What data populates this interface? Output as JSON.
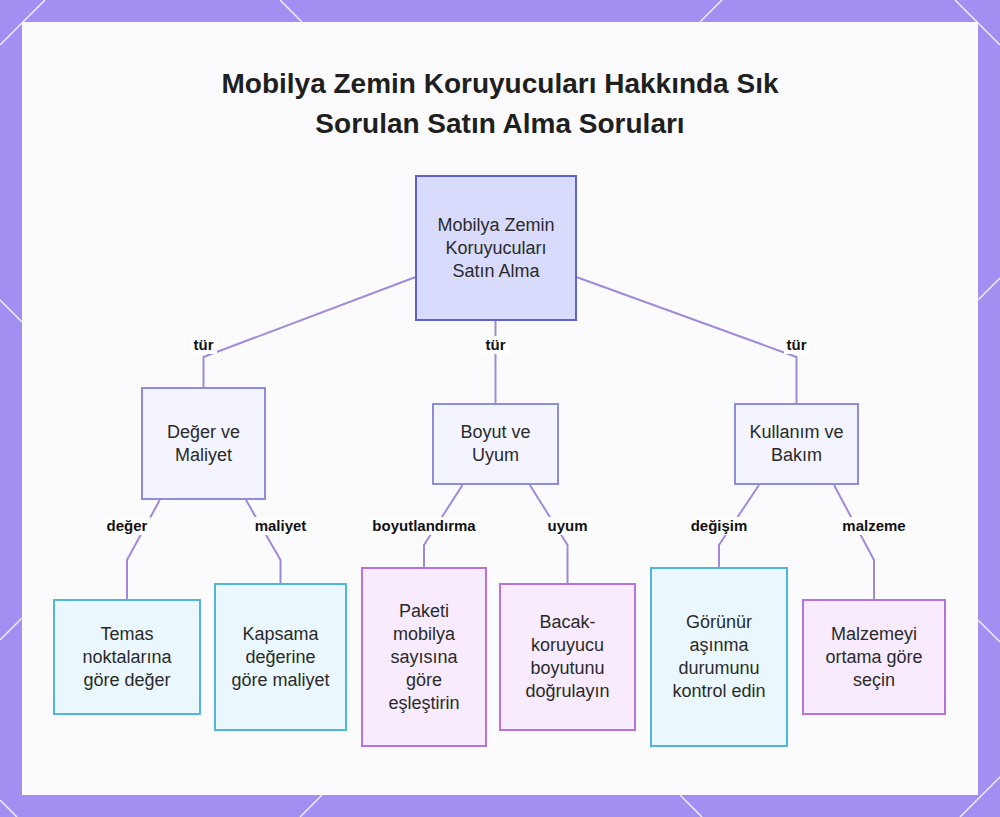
{
  "diagram": {
    "title": "Mobilya Zemin Koruyucuları Hakkında Sık Sorulan Satın Alma Soruları",
    "nodes": [
      {
        "text": [
          "Mobilya Zemin Koruyucuları Satın Alma"
        ]
      },
      {
        "text": [
          "Değer ve Maliyet"
        ]
      },
      {
        "text": [
          "Boyut ve Uyum"
        ]
      },
      {
        "text": [
          "Kullanım ve Bakım"
        ]
      },
      {
        "text": [
          "Temas noktalarına göre değer"
        ]
      },
      {
        "text": [
          "Kapsama değerine göre maliyet"
        ]
      },
      {
        "text": [
          "Paketi mobilya sayısına göre eşleştirin"
        ]
      },
      {
        "text": [
          "Bacak- koruyucu boyutunu doğrulayın"
        ]
      },
      {
        "text": [
          "Görünür aşınma durumunu kontrol edin"
        ]
      },
      {
        "text": [
          "Malzemeyi ortama göre seçin"
        ]
      }
    ],
    "edges": [
      {
        "from": 0,
        "to": 1,
        "label": "tür",
        "arrow": "none"
      },
      {
        "from": 0,
        "to": 2,
        "label": "tür",
        "arrow": "none"
      },
      {
        "from": 0,
        "to": 3,
        "label": "tür",
        "arrow": "none"
      },
      {
        "from": 1,
        "to": 4,
        "label": "değer",
        "arrow": "none"
      },
      {
        "from": 1,
        "to": 5,
        "label": "maliyet",
        "arrow": "none"
      },
      {
        "from": 2,
        "to": 6,
        "label": "boyutlandırma",
        "arrow": "none"
      },
      {
        "from": 2,
        "to": 7,
        "label": "uyum",
        "arrow": "none"
      },
      {
        "from": 3,
        "to": 8,
        "label": "değişim",
        "arrow": "none"
      },
      {
        "from": 3,
        "to": 9,
        "label": "malzeme",
        "arrow": "none"
      }
    ]
  }
}
